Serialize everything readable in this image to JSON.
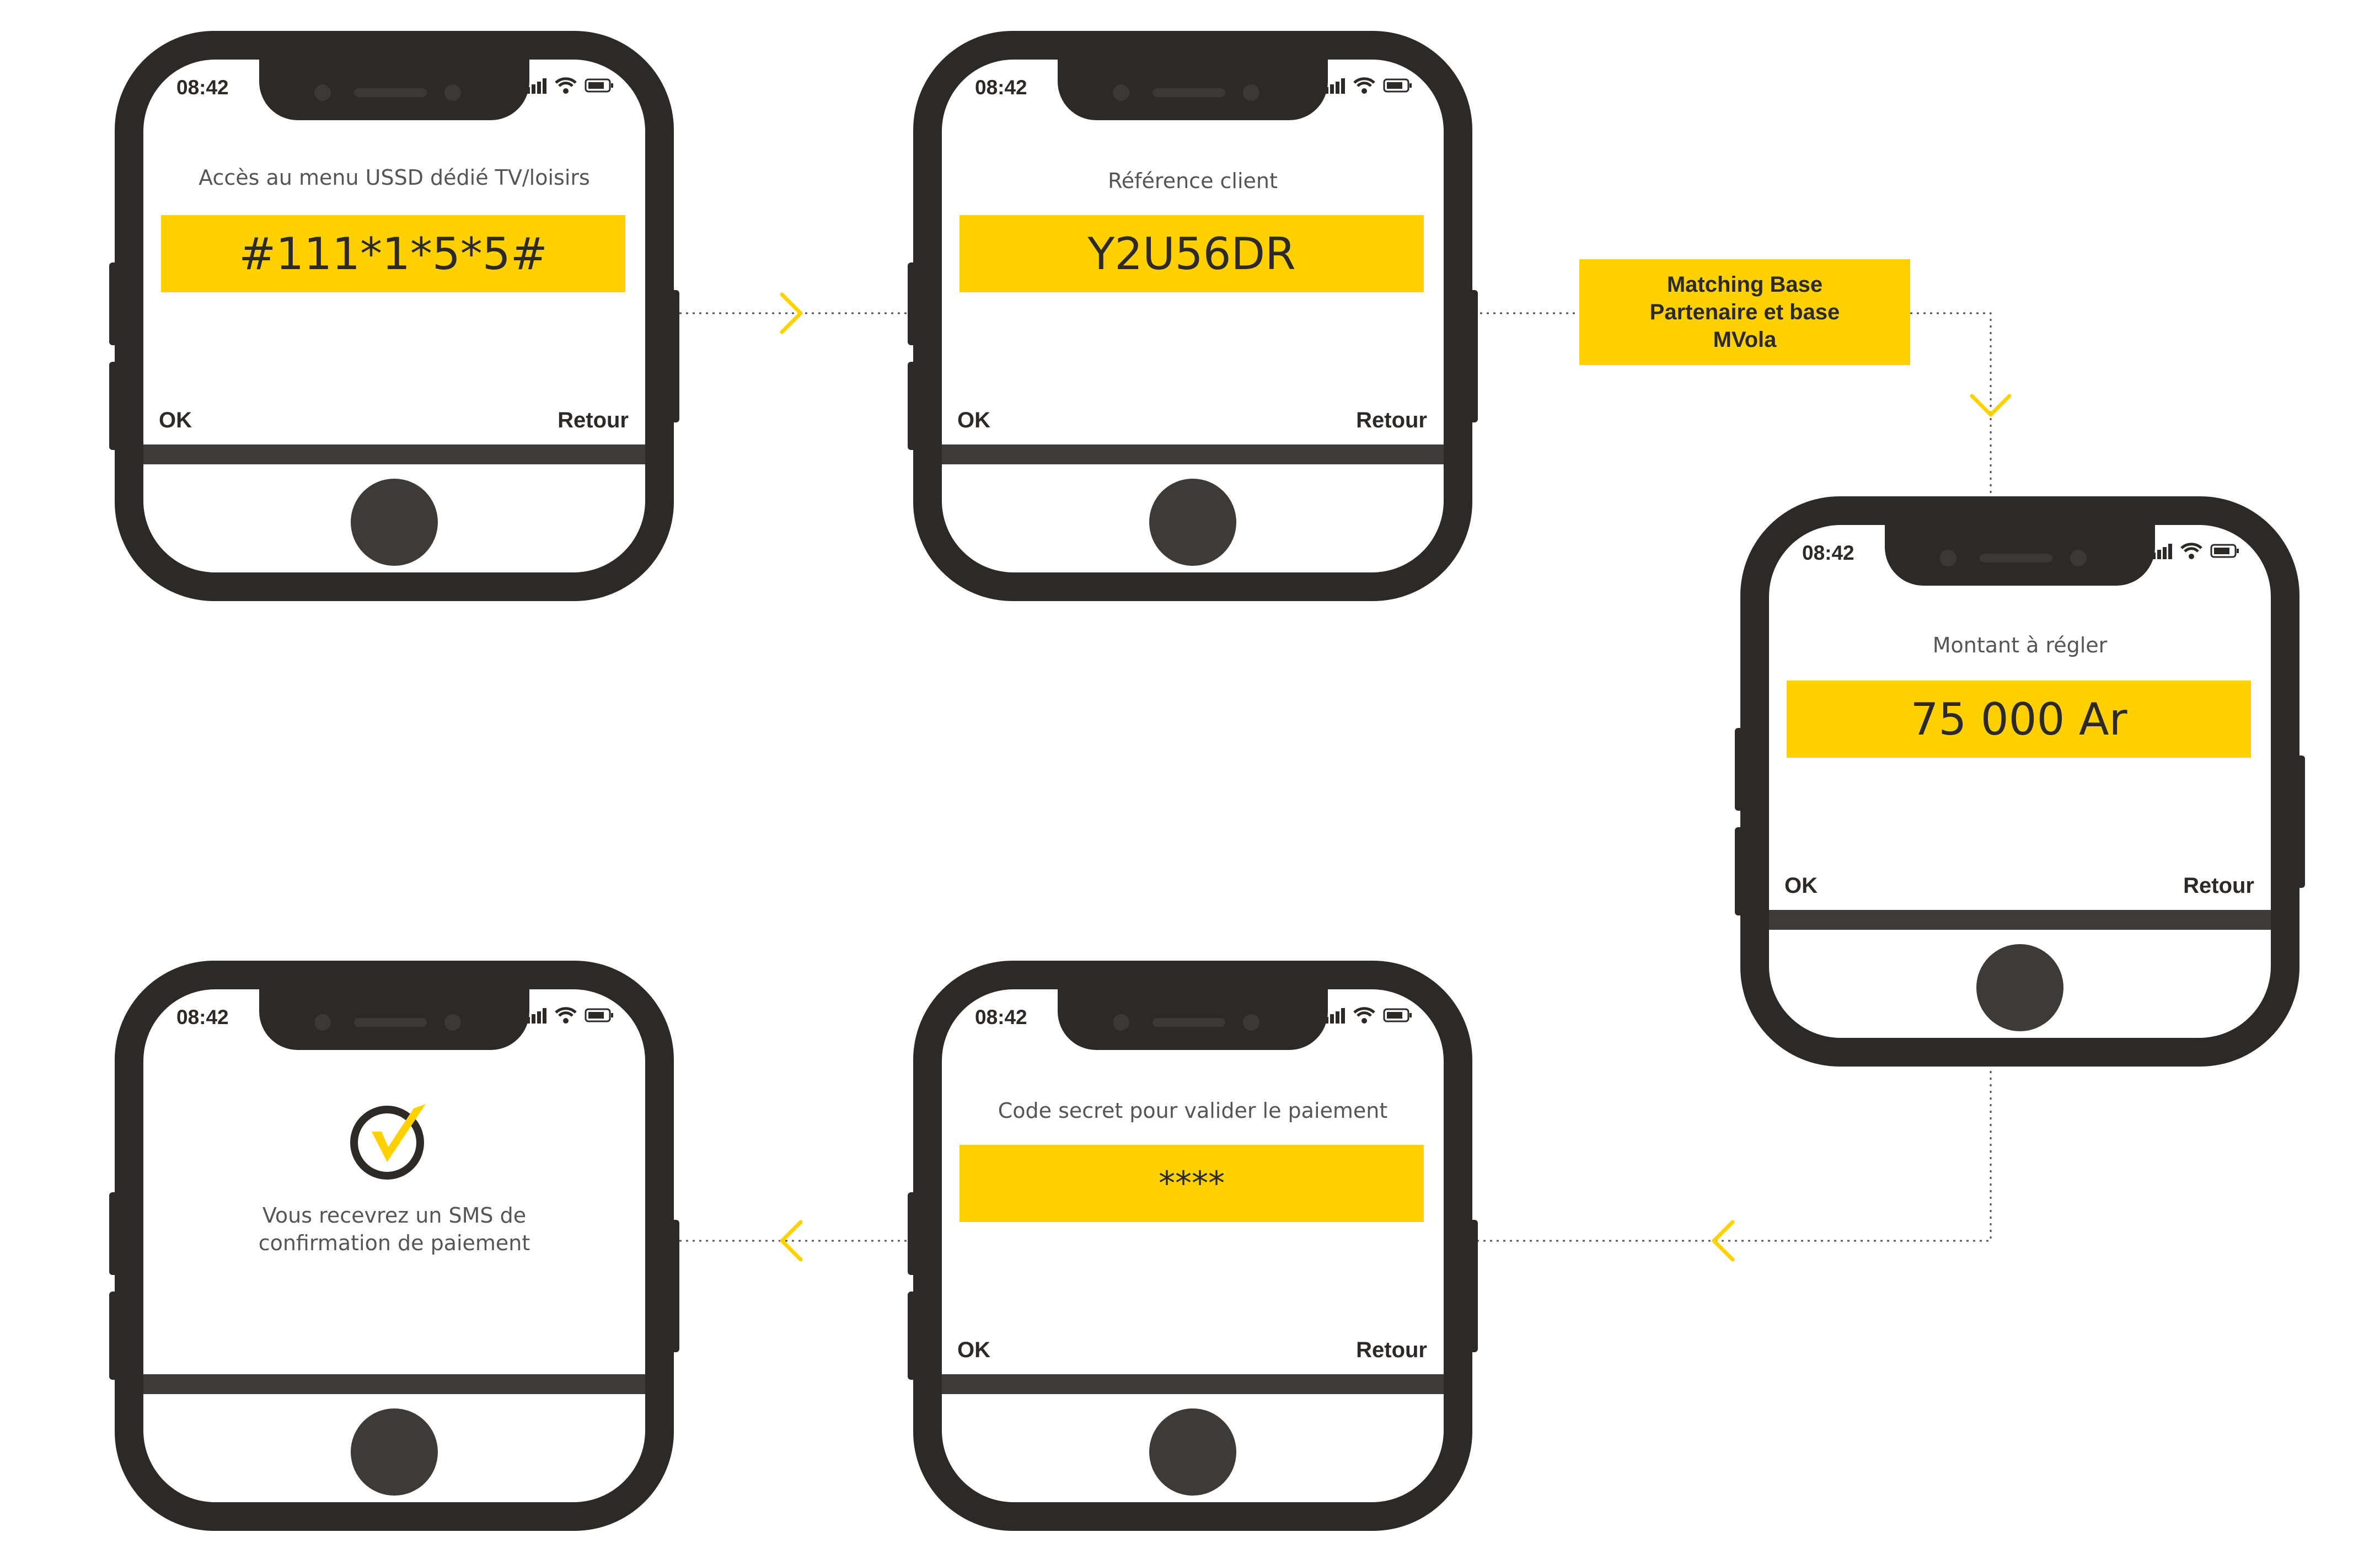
{
  "phones": [
    {
      "time": "08:42",
      "title": "Accès au menu USSD dédié TV/loisirs",
      "value": "#111*1*5*5#",
      "ok": "OK",
      "back": "Retour"
    },
    {
      "time": "08:42",
      "title": "Référence client",
      "value": "Y2U56DR",
      "ok": "OK",
      "back": "Retour"
    },
    {
      "time": "08:42",
      "title": "Montant à régler",
      "value": "75 000 Ar",
      "ok": "OK",
      "back": "Retour"
    },
    {
      "time": "08:42",
      "title": "Code secret pour valider le paiement",
      "value": "****",
      "ok": "OK",
      "back": "Retour"
    },
    {
      "time": "08:42",
      "message_line1": "Vous recevrez un SMS de",
      "message_line2": "confirmation de paiement",
      "icon": "checkmark-icon"
    }
  ],
  "match_box": {
    "line1": "Matching Base",
    "line2": "Partenaire et base",
    "line3": "MVola"
  },
  "colors": {
    "accent": "#ffd100",
    "phone": "#2d2926",
    "text": "#555555"
  }
}
